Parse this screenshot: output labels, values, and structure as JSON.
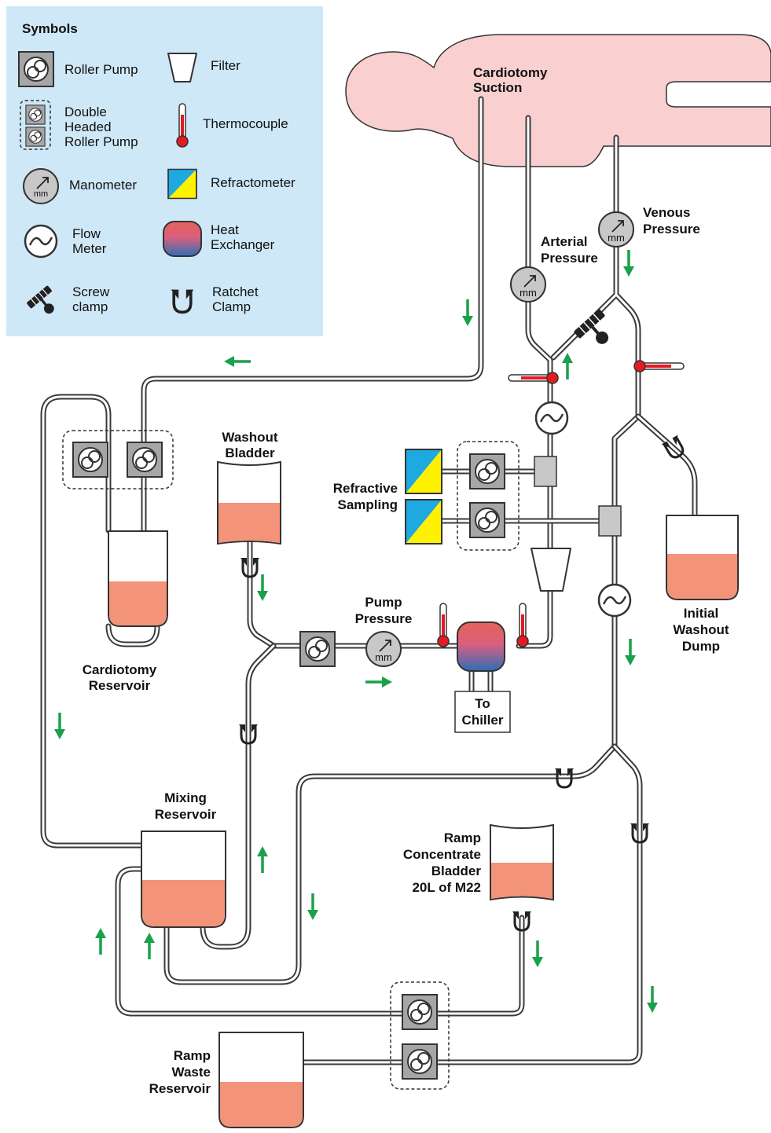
{
  "legend": {
    "title": "Symbols",
    "items": {
      "roller_pump": "Roller Pump",
      "double_pump": [
        "Double",
        "Headed",
        "Roller Pump"
      ],
      "manometer": "Manometer",
      "flow_meter": [
        "Flow",
        "Meter"
      ],
      "screw_clamp": [
        "Screw",
        "clamp"
      ],
      "filter": "Filter",
      "thermocouple": "Thermocouple",
      "refractometer": "Refractometer",
      "heat_exchanger": [
        "Heat",
        "Exchanger"
      ],
      "ratchet_clamp": [
        "Ratchet",
        "Clamp"
      ]
    }
  },
  "labels": {
    "cardiotomy_suction": [
      "Cardiotomy",
      "Suction"
    ],
    "arterial_pressure": [
      "Arterial",
      "Pressure"
    ],
    "venous_pressure": [
      "Venous",
      "Pressure"
    ],
    "washout_bladder": [
      "Washout",
      "Bladder"
    ],
    "refractive_sampling": [
      "Refractive",
      "Sampling"
    ],
    "cardiotomy_reservoir": [
      "Cardiotomy",
      "Reservoir"
    ],
    "pump_pressure": [
      "Pump",
      "Pressure"
    ],
    "to_chiller": [
      "To",
      "Chiller"
    ],
    "initial_washout_dump": [
      "Initial",
      "Washout",
      "Dump"
    ],
    "mixing_reservoir": [
      "Mixing",
      "Reservoir"
    ],
    "ramp_concentrate_bladder": [
      "Ramp",
      "Concentrate",
      "Bladder",
      "20L of M22"
    ],
    "ramp_waste_reservoir": [
      "Ramp",
      "Waste",
      "Reservoir"
    ]
  },
  "gauge_unit": "mm",
  "colors": {
    "legend_bg": "#cfe8f8",
    "body": "#f9cfcf",
    "fluid": "#f2937a",
    "pump_fill": "#a6a6a6",
    "arrow": "#1aa14a",
    "thermo_red": "#e31b23",
    "refract_blue": "#1ea9e1",
    "refract_yellow": "#fff200",
    "hx_top": "#e8625a",
    "hx_bottom": "#2f6db7"
  }
}
